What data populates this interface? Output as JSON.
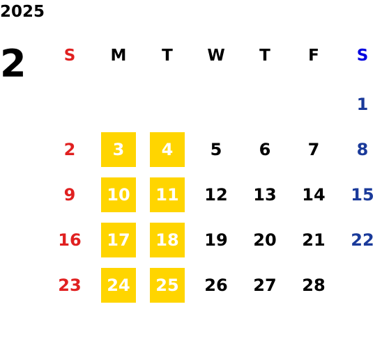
{
  "calendar": {
    "year": "2025",
    "month": "2",
    "weekdays": [
      "S",
      "M",
      "T",
      "W",
      "T",
      "F",
      "S"
    ],
    "colors": {
      "sunday": "#e02020",
      "saturday_header": "#0000e0",
      "saturday": "#1a3a9a",
      "weekday": "#000000",
      "highlight": "#ffd500",
      "highlight_text": "#ffffff"
    },
    "highlighted_days": [
      3,
      4,
      10,
      11,
      17,
      18,
      24,
      25
    ],
    "weeks": [
      [
        "",
        "",
        "",
        "",
        "",
        "",
        "1"
      ],
      [
        "2",
        "3",
        "4",
        "5",
        "6",
        "7",
        "8"
      ],
      [
        "9",
        "10",
        "11",
        "12",
        "13",
        "14",
        "15"
      ],
      [
        "16",
        "17",
        "18",
        "19",
        "20",
        "21",
        "22"
      ],
      [
        "23",
        "24",
        "25",
        "26",
        "27",
        "28",
        ""
      ]
    ]
  }
}
